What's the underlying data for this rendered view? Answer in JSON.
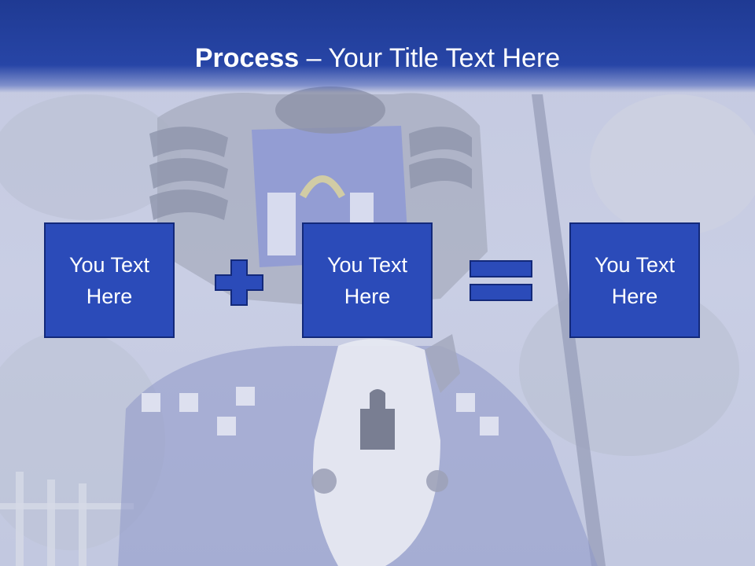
{
  "slide": {
    "title_bold": "Process",
    "title_rest": " – Your Title Text Here"
  },
  "process": {
    "box1": "You Text Here",
    "box2": "You Text Here",
    "box3": "You Text Here",
    "operator1_icon": "plus-icon",
    "operator2_icon": "equals-icon"
  },
  "colors": {
    "header": "#2745a6",
    "box_fill": "#2b4bb9",
    "box_border": "#13297a",
    "background_tint": "#c8cde3"
  }
}
